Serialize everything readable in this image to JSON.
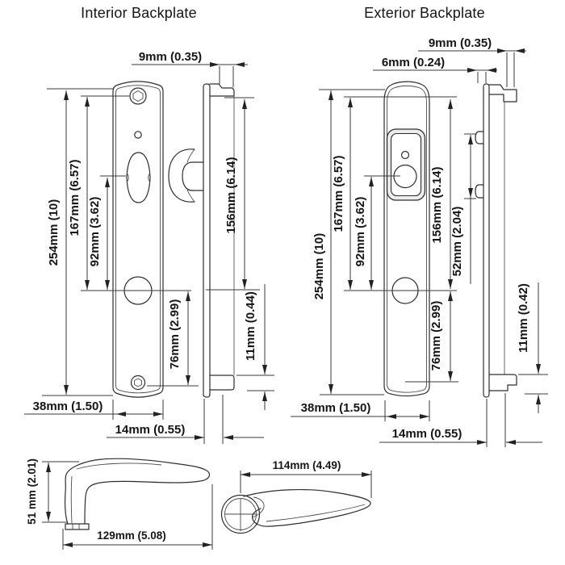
{
  "interior": {
    "title": "Interior Backplate",
    "dims": {
      "thickness": "9mm (0.35)",
      "height": "254mm (10)",
      "upper_span": "167mm (6.57)",
      "hub_span": "92mm (3.62)",
      "side_height": "156mm (6.14)",
      "lower_span": "76mm (2.99)",
      "tab": "11mm (0.44)",
      "width": "38mm (1.50)",
      "depth": "14mm (0.55)"
    }
  },
  "exterior": {
    "title": "Exterior Backplate",
    "dims": {
      "outer_thickness": "9mm (0.35)",
      "inner_thickness": "6mm (0.24)",
      "height": "254mm (10)",
      "upper_span": "167mm (6.57)",
      "hub_span": "92mm (3.62)",
      "side_height": "156mm (6.14)",
      "post_span": "52mm (2.04)",
      "lower_span": "76mm (2.99)",
      "tab": "11mm (0.42)",
      "width": "38mm (1.50)",
      "depth": "14mm (0.55)"
    }
  },
  "lever": {
    "height": "51 mm (2.01)",
    "length": "129mm (5.08)",
    "width": "114mm (4.49)"
  }
}
